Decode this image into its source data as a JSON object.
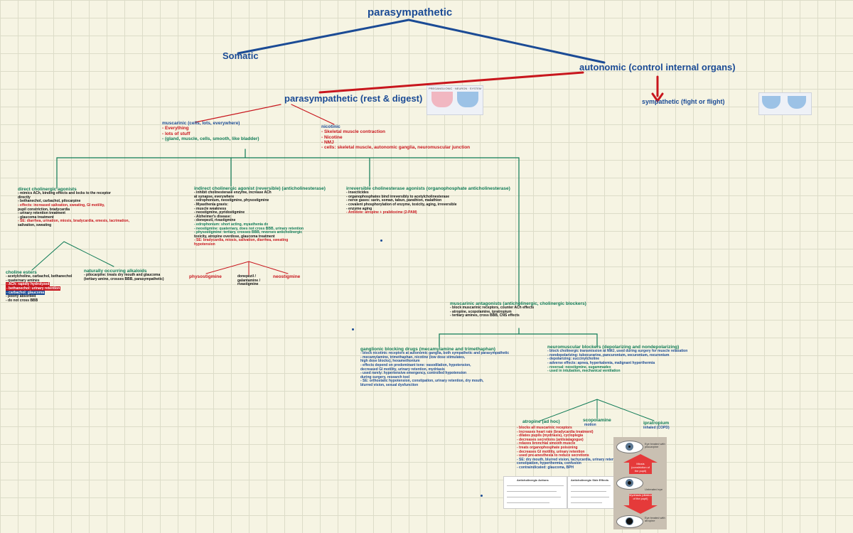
{
  "title": "parasympathetic",
  "somatic": "Somatic",
  "autonomic": "autonomic (control internal organs)",
  "parasympathetic": "parasympathetic (rest & digest)",
  "sympathetic": "sympathetic (fight or flight)",
  "muscarinic": {
    "title": "muscarinic (cells, lots, everywhere)",
    "lines": [
      "- Everything",
      "- lots of stuff",
      "- (gland, muscle, cells, smooth, like bladder)"
    ]
  },
  "nicotinic": {
    "title": "nicotinic",
    "lines": [
      "- Skeletal muscle contraction",
      "- Nicotine",
      "- NMJ",
      "- cells: skeletal muscle, autonomic ganglia, neuromuscular junction"
    ]
  },
  "direct_agonist": {
    "title": "direct cholinergic agonists",
    "lines": [
      "- mimics ACh, binding effects and locks to the receptor",
      "  directly",
      "- bethanechol, carbachol, pilocarpine",
      "- effects: increased salivation, sweating, GI motility,",
      "    pupil constriction, bradycardia",
      "    - urinary retention treatment",
      "    - glaucoma treatment",
      "- SE: diarrhea, urination, miosis, bradycardia, emesis, lacrimation,",
      "    salivation, sweating"
    ]
  },
  "choline_esters": {
    "title": "choline esters",
    "lines": [
      "- acetylcholine, carbachol, bethanechol",
      "- quaternary amines",
      "- ACh: rapidly hydrolyzed",
      "- bethanechol: urinary retention",
      "- carbachol: glaucoma",
      "- poorly absorbed",
      "- do not cross BBB"
    ]
  },
  "naturally_alkaloids": {
    "title": "naturally occurring alkaloids",
    "lines": [
      "- pilocarpine: treats dry mouth and glaucoma",
      "  (tertiary amine, crosses BBB, parasympathetic)"
    ]
  },
  "indirect": {
    "title": "indirect cholinergic agonist (reversible) (anticholinesterase)",
    "lines": [
      "- inhibit cholinesterase enzyme, increase ACh",
      "  at synapse, everywhere",
      "  - edrophonium, neostigmine, physostigmine",
      "- Myasthenia gravis:",
      "  - muscle weakness",
      "  - neostigmine, pyridostigmine",
      "- Alzheimer's disease:",
      "  - donepezil, rivastigmine",
      "- edrophonium: short acting, myasthenia dx",
      "- neostigmine: quaternary, does not cross BBB, urinary retention",
      "- physostigmine: tertiary, crosses BBB, reverses anticholinergic",
      "  toxicity, atropine overdose, glaucoma treatment",
      "- SE: bradycardia, miosis, salivation, diarrhea, sweating",
      "  hypotension"
    ]
  },
  "indirect_children": [
    "physostigmine",
    "donepezil / galantamine / rivastigmine",
    "neostigmine"
  ],
  "irreversible": {
    "title": "irreversible cholinesterase agonists (organophosphate anticholinesterase)",
    "lines": [
      "- insecticides",
      "  - organophosphates bind irreversibly to acetylcholinesterase",
      "  - nerve gases: sarin, soman, tabun, parathion, malathion",
      "  - covalent phosphorylation of enzyme, toxicity, aging, irreversible",
      "  - enzyme aging",
      "- Antidote: atropine + pralidoxime (2-PAM)"
    ]
  },
  "muscarinic_antagonists": {
    "title": "muscarinic antagonists (anticholinergic, cholinergic blockers)",
    "lines": [
      "- block muscarinic receptors, counter ACh effects",
      "  - atropine, scopolamine, ipratropium",
      "  - tertiary amines, cross BBB, CNS effects"
    ]
  },
  "ganglionic": {
    "title": "ganglionic blocking drugs (mecamylamine and trimethaphan)",
    "lines": [
      "- block nicotinic receptors at autonomic ganglia, both sympathetic and parasympathetic",
      "  - mecamylamine, trimethaphan, nicotine (low dose stimulates,",
      "    high dose blocks), hexamethonium",
      "- effects depend on predominant tone: vasodilation, hypotension,",
      "  decreased GI motility, urinary retention, mydriasis",
      "- used rarely: hypertensive emergency, controlled hypotension",
      "  during surgery, research tool",
      "- SE: orthostatic hypotension, constipation, urinary retention, dry mouth,",
      "  blurred vision, sexual dysfunction"
    ]
  },
  "neuromuscular": {
    "title": "neuromuscular blockers (depolarizing and nondepolarizing)",
    "lines": [
      "- block cholinergic transmission at NMJ, used during surgery for muscle relaxation",
      "  - nondepolarizing: tubocurarine, pancuronium, vecuronium, rocuronium",
      "  - depolarizing: succinylcholine",
      "  - adverse effects: apnea, hyperkalemia, malignant hyperthermia",
      "- reversal: neostigmine, sugammadex",
      "  - used in intubation, mechanical ventilation"
    ]
  },
  "atropine_children": [
    {
      "label": "atropine (ad hoc)",
      "color": "red"
    },
    {
      "label": "scopolamine",
      "color": "green"
    },
    {
      "label": "ipratropium",
      "color": "green"
    }
  ],
  "atropine_sub": [
    "",
    "motion",
    "inhaled (COPD)"
  ],
  "atropine_effects": [
    "- blocks all muscarinic receptors",
    "- increases heart rate (bradycardia treatment)",
    "- dilates pupils (mydriasis), cycloplegia",
    "- decreases secretions (antisialagogue)",
    "- relaxes bronchial smooth muscle",
    "- treats organophosphate poisoning",
    "- decreases GI motility, urinary retention",
    "- used pre-anesthesia to reduce secretions",
    "- SE: dry mouth, blurred vision, tachycardia, urinary retention,",
    "  constipation, hyperthermia, confusion",
    "- contraindicated: glaucoma, BPH"
  ],
  "images": {
    "para_caption": "PREGANGLIONIC · NEURON · SYSTEM",
    "table1_title": "Anticholinergic Actions",
    "table2_title": "Anticholinergic Side Effects",
    "eye_top": "Eye treated with pilocarpine",
    "eye_mid": "Untreated eye",
    "eye_bottom": "Eye treated with atropine",
    "arrow_up": "Miosis (constriction of the pupil)",
    "arrow_down": "Mydriasis (dilation of the pupil)"
  }
}
